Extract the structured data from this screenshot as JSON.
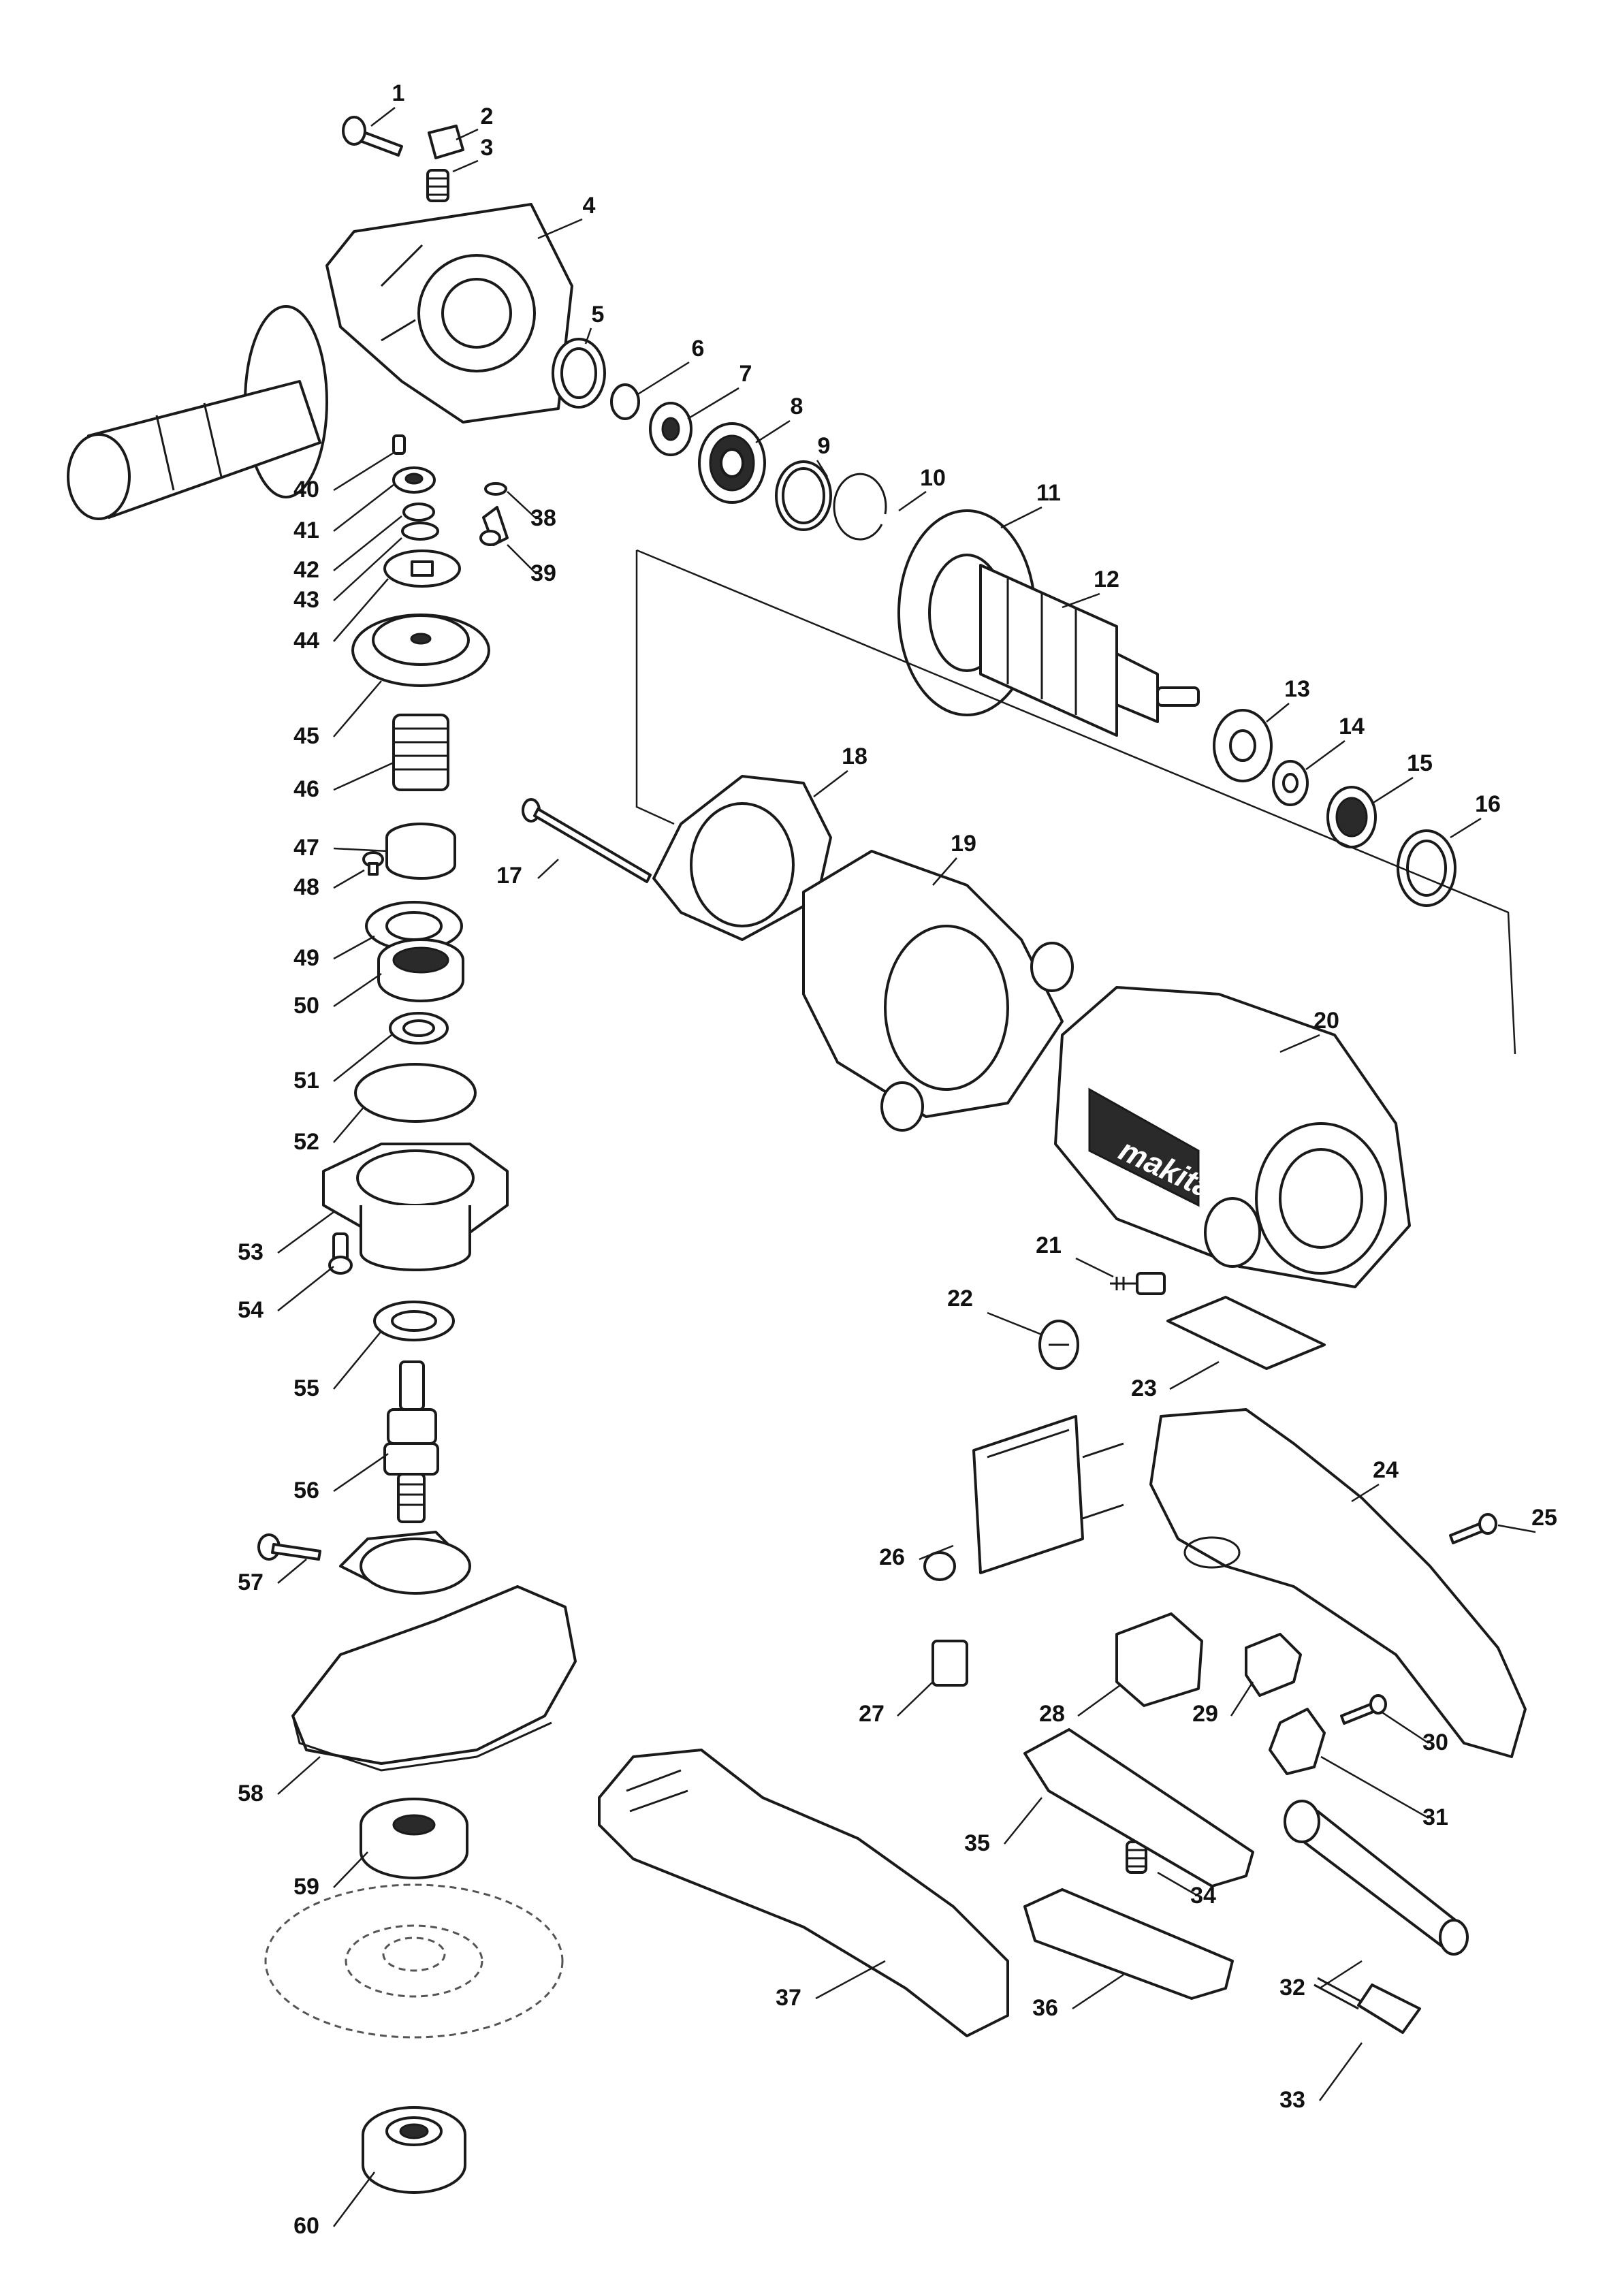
{
  "brand_mark": "makita",
  "callouts": [
    {
      "id": "1"
    },
    {
      "id": "2"
    },
    {
      "id": "3"
    },
    {
      "id": "4"
    },
    {
      "id": "5"
    },
    {
      "id": "6"
    },
    {
      "id": "7"
    },
    {
      "id": "8"
    },
    {
      "id": "9"
    },
    {
      "id": "10"
    },
    {
      "id": "11"
    },
    {
      "id": "12"
    },
    {
      "id": "13"
    },
    {
      "id": "14"
    },
    {
      "id": "15"
    },
    {
      "id": "16"
    },
    {
      "id": "17"
    },
    {
      "id": "18"
    },
    {
      "id": "19"
    },
    {
      "id": "20"
    },
    {
      "id": "21"
    },
    {
      "id": "22"
    },
    {
      "id": "23"
    },
    {
      "id": "24"
    },
    {
      "id": "25"
    },
    {
      "id": "26"
    },
    {
      "id": "27"
    },
    {
      "id": "28"
    },
    {
      "id": "29"
    },
    {
      "id": "30"
    },
    {
      "id": "31"
    },
    {
      "id": "32"
    },
    {
      "id": "33"
    },
    {
      "id": "34"
    },
    {
      "id": "35"
    },
    {
      "id": "36"
    },
    {
      "id": "37"
    },
    {
      "id": "38"
    },
    {
      "id": "39"
    },
    {
      "id": "40"
    },
    {
      "id": "41"
    },
    {
      "id": "42"
    },
    {
      "id": "43"
    },
    {
      "id": "44"
    },
    {
      "id": "45"
    },
    {
      "id": "46"
    },
    {
      "id": "47"
    },
    {
      "id": "48"
    },
    {
      "id": "49"
    },
    {
      "id": "50"
    },
    {
      "id": "51"
    },
    {
      "id": "52"
    },
    {
      "id": "53"
    },
    {
      "id": "54"
    },
    {
      "id": "55"
    },
    {
      "id": "56"
    },
    {
      "id": "57"
    },
    {
      "id": "58"
    },
    {
      "id": "59"
    },
    {
      "id": "60"
    }
  ]
}
